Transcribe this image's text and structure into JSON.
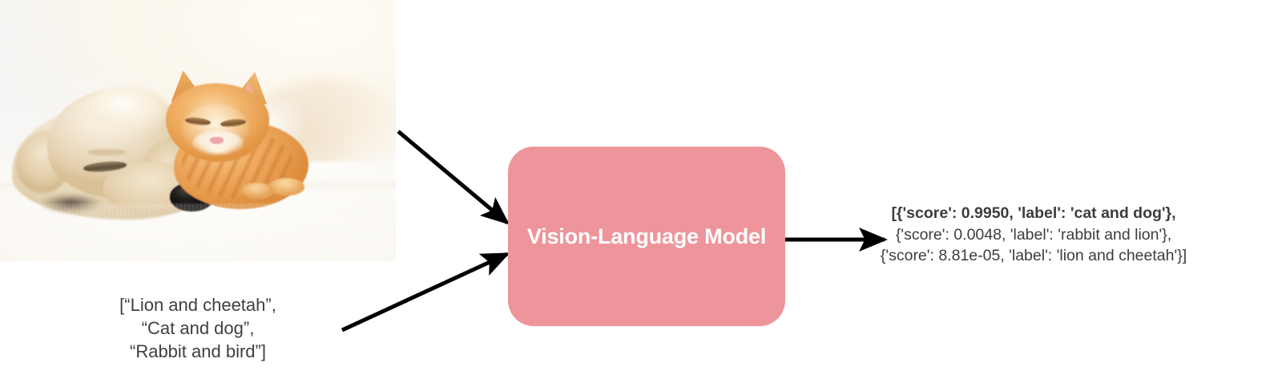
{
  "diagram": {
    "title": "Vision-Language Model zero-shot classification pipeline",
    "accent_color": "#ED959B",
    "text_color": "#3D3D3D",
    "box_label_color": "#FFFFFF",
    "arrow_color": "#000000"
  },
  "input_image": {
    "alt": "Photograph of a sleeping golden puppy and an orange tabby kitten resting together on a white blanket",
    "icon": "photo-icon"
  },
  "input_text": {
    "value": "[“Lion and cheetah”,\n“Cat and dog”,\n“Rabbit and bird”]",
    "items": [
      "Lion and cheetah",
      "Cat and dog",
      "Rabbit and bird"
    ],
    "open_bracket": "[",
    "close_bracket": "]"
  },
  "model": {
    "label": "Vision-Language\nModel",
    "name": "Vision-Language Model"
  },
  "output": {
    "lines": [
      {
        "text": "[{'score': 0.9950, 'label': 'cat and dog'},",
        "bold": true
      },
      {
        "text": "{'score': 0.0048, 'label': 'rabbit and lion'},",
        "bold": false
      },
      {
        "text": "{'score': 8.81e-05, 'label': 'lion and cheetah'}]",
        "bold": false
      }
    ],
    "predictions": [
      {
        "score": "0.9950",
        "label": "cat and dog",
        "highlighted": true
      },
      {
        "score": "0.0048",
        "label": "rabbit and lion",
        "highlighted": false
      },
      {
        "score": "8.81e-05",
        "label": "lion and cheetah",
        "highlighted": false
      }
    ]
  },
  "arrows": {
    "image_to_model": "arrow-image-to-model",
    "text_to_model": "arrow-text-to-model",
    "model_to_output": "arrow-model-to-output"
  }
}
